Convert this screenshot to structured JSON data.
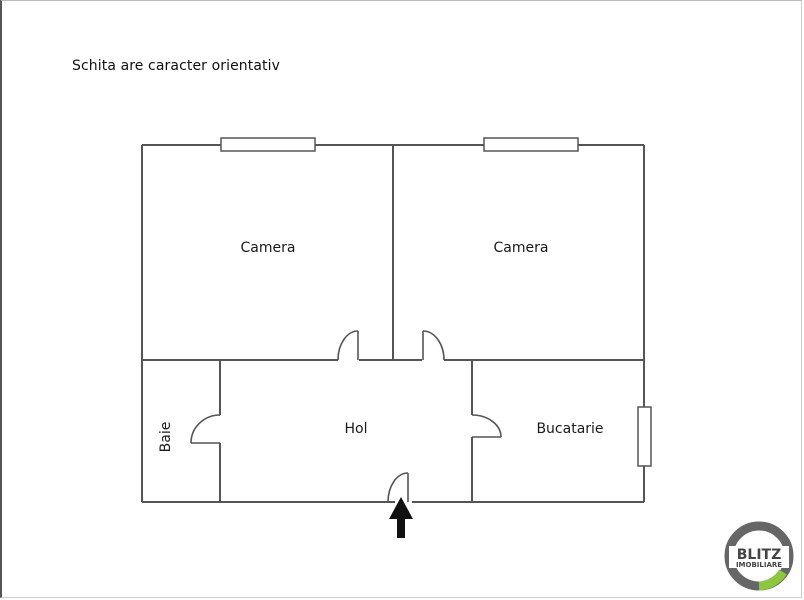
{
  "note": "Schita are caracter orientativ",
  "rooms": [
    {
      "id": "camera-1",
      "label": "Camera"
    },
    {
      "id": "camera-2",
      "label": "Camera"
    },
    {
      "id": "hol",
      "label": "Hol"
    },
    {
      "id": "baie",
      "label": "Baie"
    },
    {
      "id": "bucatarie",
      "label": "Bucatarie"
    }
  ],
  "entrance": {
    "icon": "arrow-up-icon"
  },
  "logo": {
    "line1": "BLITZ",
    "line2": "IMOBILIARE",
    "ring_color": "#555555",
    "accent_color": "#8dc63f"
  },
  "colors": {
    "wall": "#555555",
    "text": "#1a1a1a",
    "background": "#ffffff"
  }
}
